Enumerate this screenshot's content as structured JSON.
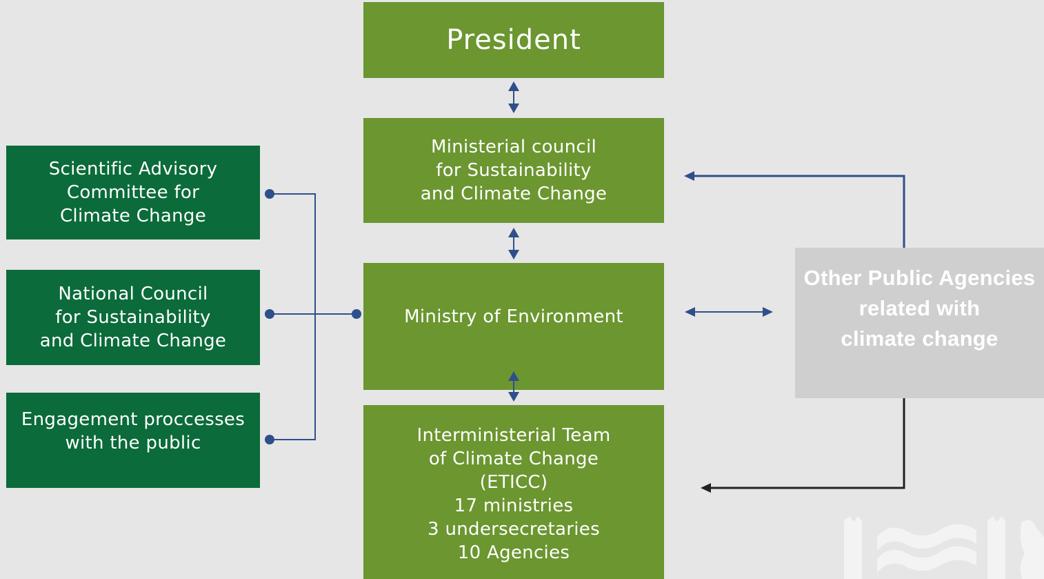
{
  "nodes": {
    "president": "President",
    "ministerial_council": "Ministerial council\nfor Sustainability\nand Climate Change",
    "ministry_env": "Ministry of Environment",
    "eticc": "Interministerial Team\nof Climate Change\n(ETICC)\n17 ministries\n3 undersecretaries\n10 Agencies",
    "scientific": "Scientific Advisory\nCommittee for\nClimate Change",
    "national_council": "National Council\nfor Sustainability\nand Climate Change",
    "engagement": "Engagement proccesses\nwith the public",
    "other_agencies": "Other Public Agencies\nrelated with\nclimate change"
  },
  "colors": {
    "background": "#e6e6e6",
    "center_green": "#6b9630",
    "left_green": "#0b6b3a",
    "agency_grey": "#cfcfcf",
    "connector_blue": "#2f4f8a",
    "connector_black": "#222222"
  }
}
